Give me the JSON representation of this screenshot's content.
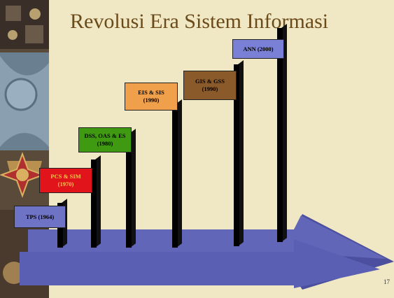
{
  "title": "Revolusi Era Sistem Informasi",
  "page_number": "17",
  "colors": {
    "background": "#f0e8c4",
    "title": "#6b4a1a",
    "arrow": "#5a5fb3",
    "pole": "#000000"
  },
  "milestones": [
    {
      "line1": "TPS (1964)",
      "line2": "",
      "fill": "#6f73c6",
      "text_color": "#000000"
    },
    {
      "line1": "PCS & SIM",
      "line2": "(1970)",
      "fill": "#e0141a",
      "text_color": "#f2c94c"
    },
    {
      "line1": "DSS, OAS & ES",
      "line2": "(1980)",
      "fill": "#3f9a12",
      "text_color": "#000000"
    },
    {
      "line1": "EIS & SIS",
      "line2": "(1990)",
      "fill": "#f0a04a",
      "text_color": "#000000"
    },
    {
      "line1": "GIS &  GSS",
      "line2": "(1990)",
      "fill": "#8a5a2a",
      "text_color": "#000000"
    },
    {
      "line1": "ANN (2000)",
      "line2": "",
      "fill": "#7a80d6",
      "text_color": "#000000"
    }
  ]
}
